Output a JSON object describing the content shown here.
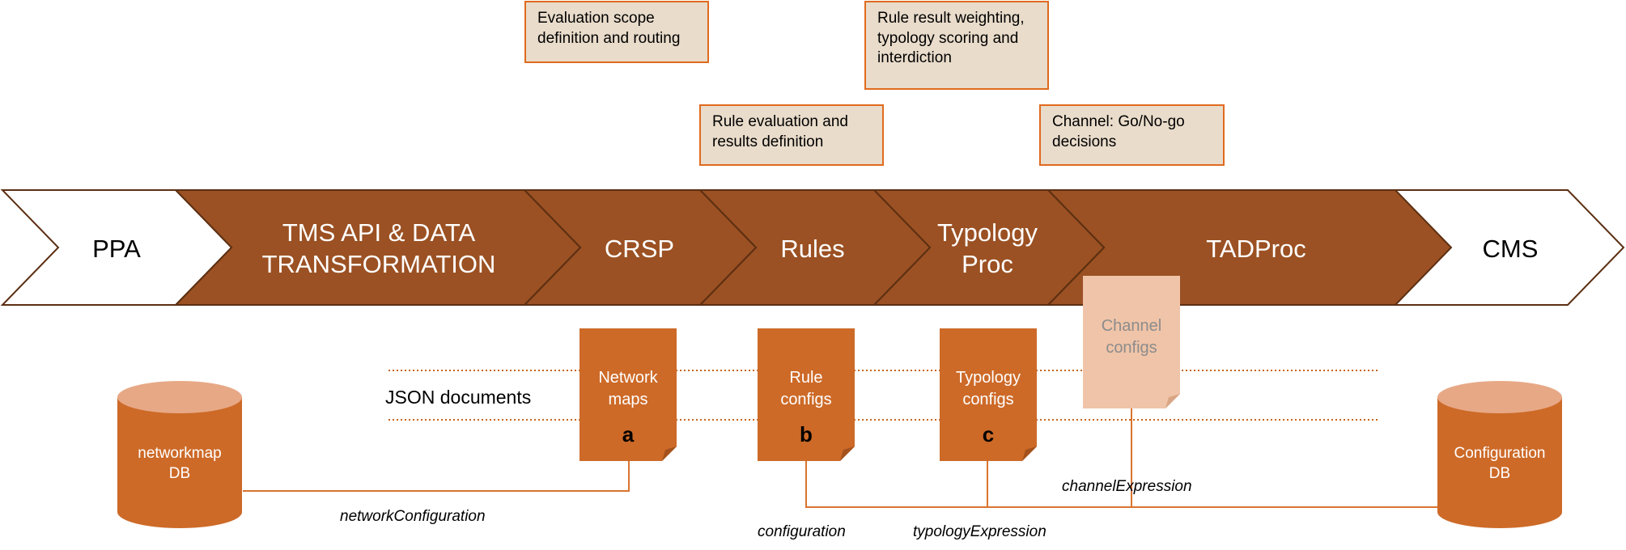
{
  "callouts": {
    "scope": "Evaluation scope definition and routing",
    "weighting": "Rule result weighting, typology scoring and interdiction",
    "rule_eval": "Rule evaluation and results definition",
    "channel": "Channel: Go/No-go decisions"
  },
  "stages": {
    "ppa": "PPA",
    "tms_line1": "TMS API & DATA",
    "tms_line2": "TRANSFORMATION",
    "crsp": "CRSP",
    "rules": "Rules",
    "typology_line1": "Typology",
    "typology_line2": "Proc",
    "tadproc": "TADProc",
    "cms": "CMS"
  },
  "documents": {
    "network_line1": "Network",
    "network_line2": "maps",
    "network_letter": "a",
    "rule_line1": "Rule",
    "rule_line2": "configs",
    "rule_letter": "b",
    "typology_line1": "Typology",
    "typology_line2": "configs",
    "typology_letter": "c",
    "channel_line1": "Channel",
    "channel_line2": "configs"
  },
  "json_label": "JSON documents",
  "databases": {
    "networkmap_line1": "networkmap",
    "networkmap_line2": "DB",
    "config_line1": "Configuration",
    "config_line2": "DB"
  },
  "connections": {
    "network": "networkConfiguration",
    "configuration": "configuration",
    "typology": "typologyExpression",
    "channel": "channelExpression"
  },
  "colors": {
    "chevron_dark": "#9b5123",
    "chevron_border": "#5c2f12",
    "document": "#cd6a28",
    "document_faded": "#f0c4a8",
    "callout_fill": "#e9dccb",
    "callout_border": "#e06a1e",
    "database": "#cd6a28",
    "database_top": "#e7a886",
    "line": "#d9742f",
    "dotted": "#c8641c"
  }
}
